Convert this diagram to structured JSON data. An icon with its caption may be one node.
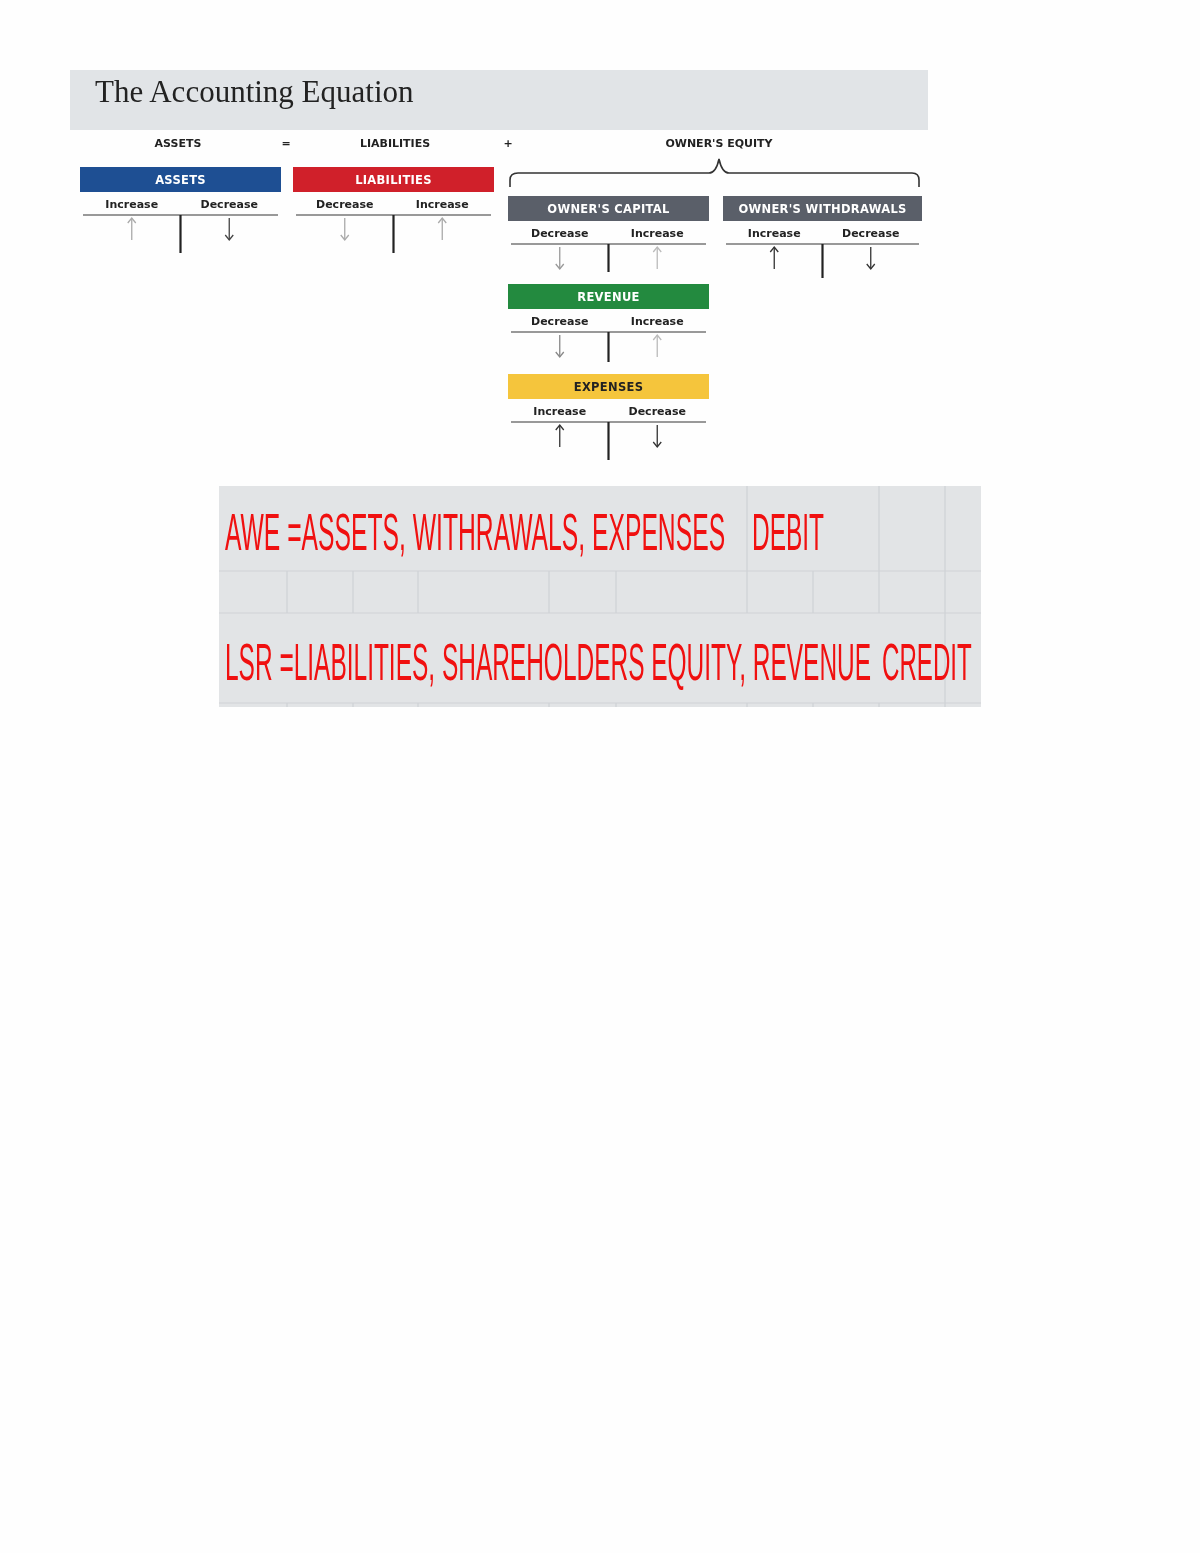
{
  "diagram": {
    "title": "The Accounting Equation",
    "nodes": [
      {
        "text": [
          "ASSETS"
        ],
        "beside": [
          "Increase",
          "Decrease"
        ]
      },
      {
        "text": [
          "LIABILITIES"
        ],
        "beside": [
          "Decrease",
          "Increase"
        ]
      },
      {
        "text": [
          "OWNER'S CAPITAL"
        ],
        "beside": [
          "Decrease",
          "Increase"
        ]
      },
      {
        "text": [
          "OWNER'S WITHDRAWALS"
        ],
        "beside": [
          "Increase",
          "Decrease"
        ]
      },
      {
        "text": [
          "REVENUE"
        ],
        "beside": [
          "Decrease",
          "Increase"
        ]
      },
      {
        "text": [
          "EXPENSES"
        ],
        "beside": [
          "Increase",
          "Decrease"
        ]
      }
    ],
    "labels": [
      "ASSETS",
      "=",
      "LIABILITIES",
      "+",
      "OWNER'S EQUITY",
      "AWE =ASSETS, WITHRAWALS, EXPENSES",
      "DEBIT",
      "LSR =LIABILITIES, SHAREHOLDERS EQUITY, REVENUE",
      "CREDIT"
    ]
  }
}
